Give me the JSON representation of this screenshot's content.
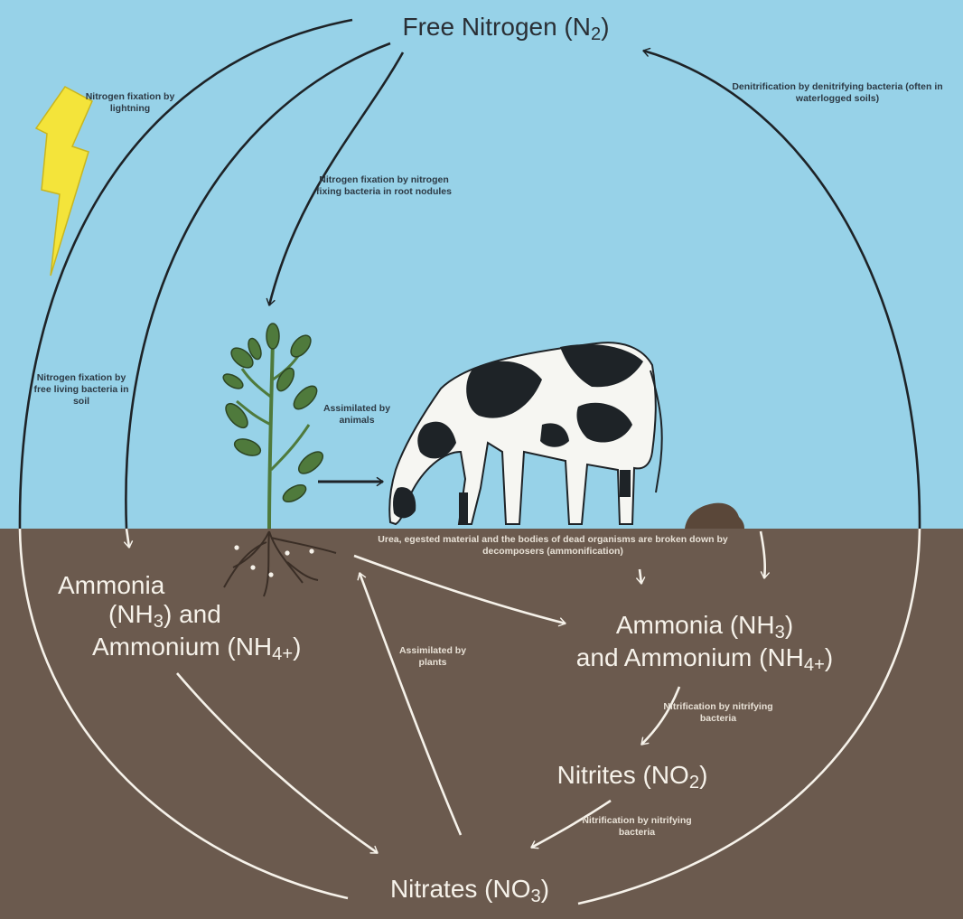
{
  "nodes": {
    "free_nitrogen": {
      "text": "Free Nitrogen (N",
      "sub": "2",
      "close": ")"
    },
    "ammonia_left": {
      "line1": "Ammonia",
      "line2a": "(NH",
      "line2sub": "3",
      "line2b": ") and",
      "line3a": "Ammonium (NH",
      "line3sub": "4+",
      "line3b": ")"
    },
    "ammonia_right": {
      "line1a": "Ammonia (NH",
      "line1sub": "3",
      "line1b": ")",
      "line2a": "and Ammonium (NH",
      "line2sub": "4+",
      "line2b": ")"
    },
    "nitrites": {
      "text": "Nitrites (NO",
      "sub": "2",
      "close": ")"
    },
    "nitrates": {
      "text": "Nitrates (NO",
      "sub": "3",
      "close": ")"
    }
  },
  "labels": {
    "lightning": "Nitrogen fixation by lightning",
    "root_nodules": "Nitrogen fixation by nitrogen fixing bacteria in root nodules",
    "free_living": "Nitrogen fixation by free living bacteria in soil",
    "assimilated_animals": "Assimilated by animals",
    "denitrification": "Denitrification by denitrifying bacteria (often in waterlogged soils)",
    "ammonification": "Urea, egested material and the bodies of dead organisms are broken down by decomposers (ammonification)",
    "assimilated_plants": "Assimilated by plants",
    "nitrification_1": "Nitrification by nitrifying bacteria",
    "nitrification_2": "Nitrification by nitrifying bacteria"
  },
  "colors": {
    "sky": "#97d2e8",
    "soil": "#6b5a4e",
    "lightning": "#f4e43a",
    "leaf": "#4f7a3c",
    "arrow_dark": "#1e2327",
    "arrow_light": "#f6f2ea"
  },
  "icons": [
    "lightning-icon",
    "plant-icon",
    "cow-icon",
    "dung-icon",
    "roots-icon"
  ]
}
